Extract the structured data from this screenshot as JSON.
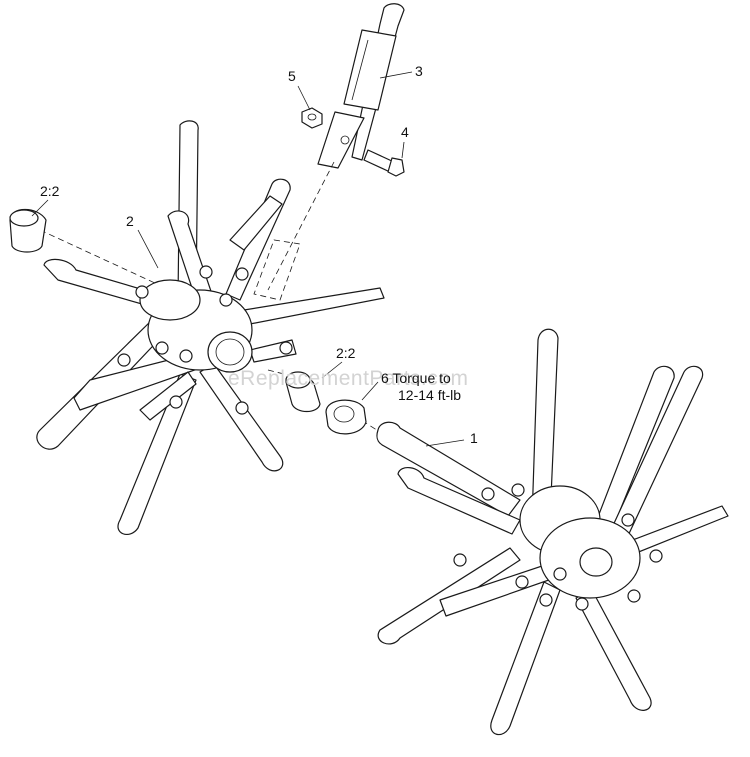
{
  "watermark": "eReplacementParts.com",
  "callouts": {
    "c1": "1",
    "c2": "2",
    "c2_2a": "2:2",
    "c2_2b": "2:2",
    "c3": "3",
    "c4": "4",
    "c5": "5",
    "c6_line1": "6  Torque to",
    "c6_line2": "12-14 ft-lb"
  },
  "colors": {
    "line": "#1a1a1a",
    "watermark": "#d3d3d3",
    "background": "#ffffff"
  }
}
